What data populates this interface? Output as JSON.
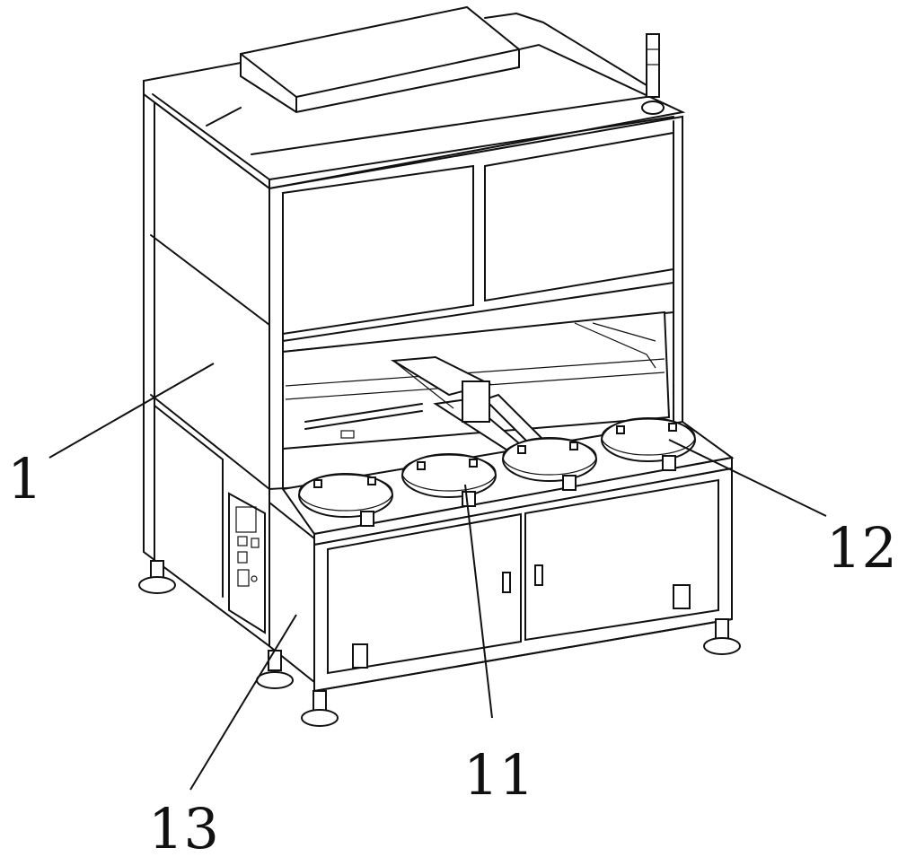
{
  "callouts": {
    "c1": "1",
    "c11": "11",
    "c12": "12",
    "c13": "13"
  }
}
